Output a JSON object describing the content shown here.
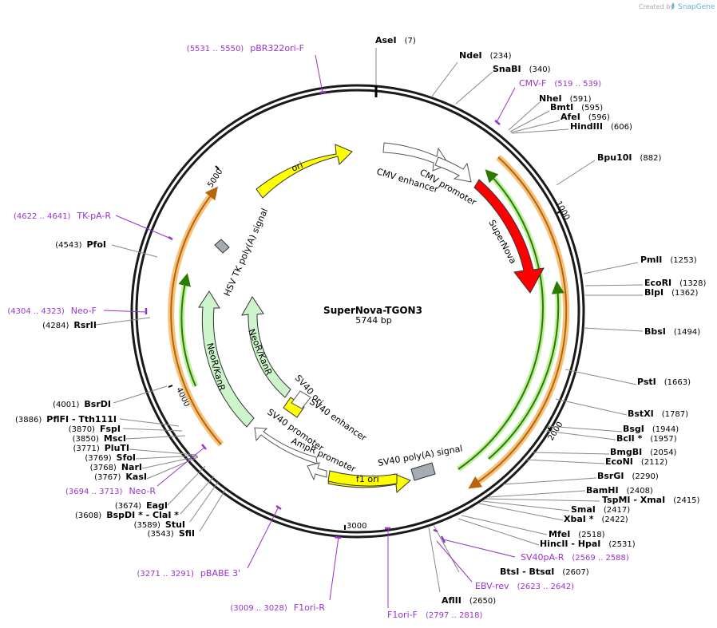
{
  "plasmid": {
    "name": "SuperNova-TGON3",
    "length_label": "5744 bp",
    "length": 5744
  },
  "credit": {
    "prefix": "Created by",
    "brand": "SnapGene"
  },
  "ticks": [
    {
      "bp": 1000,
      "label": "1000"
    },
    {
      "bp": 2000,
      "label": "2000"
    },
    {
      "bp": 3000,
      "label": "3000"
    },
    {
      "bp": 4000,
      "label": "4000"
    },
    {
      "bp": 5000,
      "label": "5000"
    }
  ],
  "sites": [
    {
      "name": "AseI",
      "pos": "(7)"
    },
    {
      "name": "NdeI",
      "pos": "(234)"
    },
    {
      "name": "SnaBI",
      "pos": "(340)"
    },
    {
      "name": "NheI",
      "pos": "(591)"
    },
    {
      "name": "BmtI",
      "pos": "(595)"
    },
    {
      "name": "AfeI",
      "pos": "(596)"
    },
    {
      "name": "HindIII",
      "pos": "(606)"
    },
    {
      "name": "Bpu10I",
      "pos": "(882)"
    },
    {
      "name": "PmlI",
      "pos": "(1253)"
    },
    {
      "name": "EcoRI",
      "pos": "(1328)"
    },
    {
      "name": "BlpI",
      "pos": "(1362)"
    },
    {
      "name": "BbsI",
      "pos": "(1494)"
    },
    {
      "name": "PstI",
      "pos": "(1663)"
    },
    {
      "name": "BstXI",
      "pos": "(1787)"
    },
    {
      "name": "BsgI",
      "pos": "(1944)"
    },
    {
      "name": "BclI *",
      "pos": "(1957)"
    },
    {
      "name": "BmgBI",
      "pos": "(2054)"
    },
    {
      "name": "EcoNI",
      "pos": "(2112)"
    },
    {
      "name": "BsrGI",
      "pos": "(2290)"
    },
    {
      "name": "BamHI",
      "pos": "(2408)"
    },
    {
      "name": "TspMI  - XmaI",
      "pos": "(2415)"
    },
    {
      "name": "SmaI",
      "pos": "(2417)"
    },
    {
      "name": "XbaI *",
      "pos": "(2422)"
    },
    {
      "name": "MfeI",
      "pos": "(2518)"
    },
    {
      "name": "HincII  - HpaI",
      "pos": "(2531)"
    },
    {
      "name": "BtsI  - BtsαI",
      "pos": "(2607)"
    },
    {
      "name": "AflII",
      "pos": "(2650)"
    },
    {
      "name": "SfiI",
      "pos": "(3543)"
    },
    {
      "name": "StuI",
      "pos": "(3589)"
    },
    {
      "name": "BspDI *  - ClaI *",
      "pos": "(3608)"
    },
    {
      "name": "EagI",
      "pos": "(3674)"
    },
    {
      "name": "KasI",
      "pos": "(3767)"
    },
    {
      "name": "NarI",
      "pos": "(3768)"
    },
    {
      "name": "SfoI",
      "pos": "(3769)"
    },
    {
      "name": "PluTI",
      "pos": "(3771)"
    },
    {
      "name": "MscI",
      "pos": "(3850)"
    },
    {
      "name": "FspI",
      "pos": "(3870)"
    },
    {
      "name": "PflFI  - Tth111I",
      "pos": "(3886)"
    },
    {
      "name": "BsrDI",
      "pos": "(4001)"
    },
    {
      "name": "RsrII",
      "pos": "(4284)"
    },
    {
      "name": "PfoI",
      "pos": "(4543)"
    }
  ],
  "primers": [
    {
      "name": "CMV-F",
      "range": "(519 .. 539)"
    },
    {
      "name": "SV40pA-R",
      "range": "(2569 .. 2588)"
    },
    {
      "name": "EBV-rev",
      "range": "(2623 .. 2642)"
    },
    {
      "name": "F1ori-F",
      "range": "(2797 .. 2818)"
    },
    {
      "name": "F1ori-R",
      "range": "(3009 .. 3028)"
    },
    {
      "name": "pBABE 3'",
      "range": "(3271 .. 3291)"
    },
    {
      "name": "Neo-R",
      "range": "(3694 .. 3713)"
    },
    {
      "name": "Neo-F",
      "range": "(4304 .. 4323)"
    },
    {
      "name": "TK-pA-R",
      "range": "(4622 .. 4641)"
    },
    {
      "name": "pBR322ori-F",
      "range": "(5531 .. 5550)"
    }
  ],
  "features": [
    {
      "name": "CMV enhancer",
      "color": "#ffffff"
    },
    {
      "name": "CMV promoter",
      "color": "#ffffff"
    },
    {
      "name": "SuperNova",
      "color": "#ff0000"
    },
    {
      "name": "SV40 poly(A) signal",
      "color": "#a6acb3"
    },
    {
      "name": "f1 ori",
      "color": "#ffff00"
    },
    {
      "name": "AmpR promoter",
      "color": "#ffffff"
    },
    {
      "name": "SV40 promoter",
      "color": "#ffffff"
    },
    {
      "name": "SV40 enhancer",
      "color": "#ffffff"
    },
    {
      "name": "SV40 ori",
      "color": "#ffff00"
    },
    {
      "name": "NeoR/KanR",
      "color": "#ccf5cc"
    },
    {
      "name": "NeoR/KanR",
      "color": "#ccf5cc"
    },
    {
      "name": "HSV TK poly(A) signal",
      "color": "#a6acb3"
    },
    {
      "name": "ori",
      "color": "#ffff00"
    }
  ],
  "colors": {
    "primer": "#9933cc",
    "orf_orange": "#f5a623",
    "orf_green": "#33aa00",
    "backbone": "#1a1a1a"
  }
}
